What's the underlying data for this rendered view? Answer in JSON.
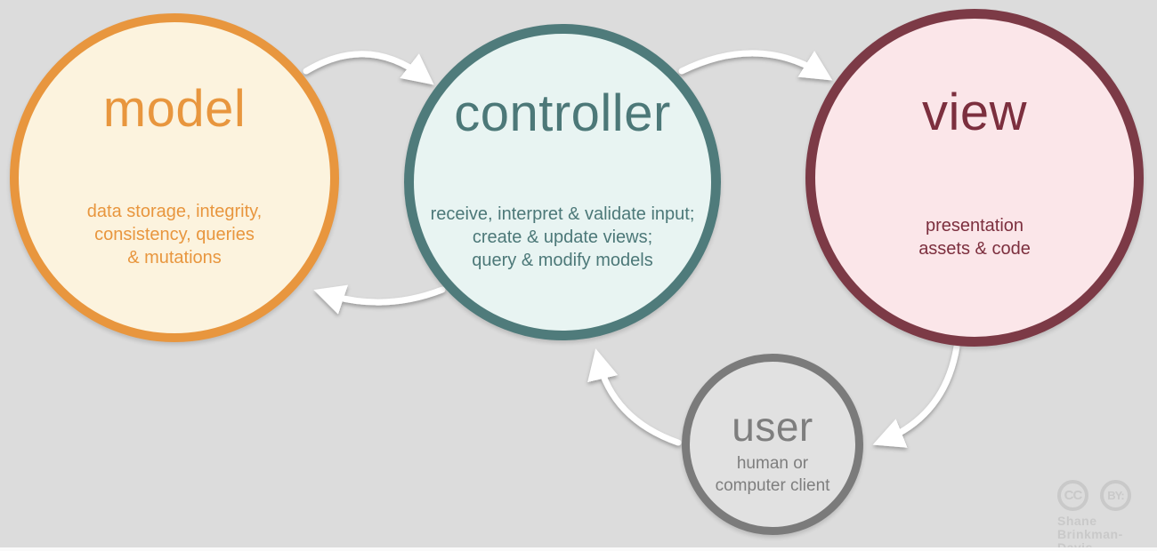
{
  "background": "#dcdcdc",
  "arrow_color": "#ffffff",
  "nodes": {
    "model": {
      "label": "model",
      "body": [
        "data storage, integrity,",
        "consistency, queries",
        "& mutations"
      ],
      "border_color": "#E8963E",
      "fill_color": "#FCF3DE",
      "text_color": "#E8963E"
    },
    "controller": {
      "label": "controller",
      "body": [
        "receive, interpret & validate input;",
        "create & update views;",
        "query & modify models"
      ],
      "border_color": "#4F7B7B",
      "fill_color": "#E8F4F2",
      "text_color": "#4C7878"
    },
    "view": {
      "label": "view",
      "body": [
        "presentation",
        "assets & code"
      ],
      "border_color": "#7C3A46",
      "fill_color": "#FBE6E9",
      "text_color": "#7C2F3E"
    },
    "user": {
      "label": "user",
      "body": [
        "human or",
        "computer client"
      ],
      "border_color": "#7B7B7B",
      "fill_color": "#E1E1E1",
      "text_color": "#7E7E7E"
    }
  },
  "arrows": [
    {
      "from": "model",
      "to": "controller"
    },
    {
      "from": "controller",
      "to": "view"
    },
    {
      "from": "controller",
      "to": "model"
    },
    {
      "from": "view",
      "to": "user"
    },
    {
      "from": "user",
      "to": "controller"
    }
  ],
  "attribution": {
    "cc_badge": "CC",
    "by_badge": "BY:",
    "author_line1": "Shane",
    "author_line2": "Brinkman-Davis",
    "color": "#c9c9c9"
  }
}
